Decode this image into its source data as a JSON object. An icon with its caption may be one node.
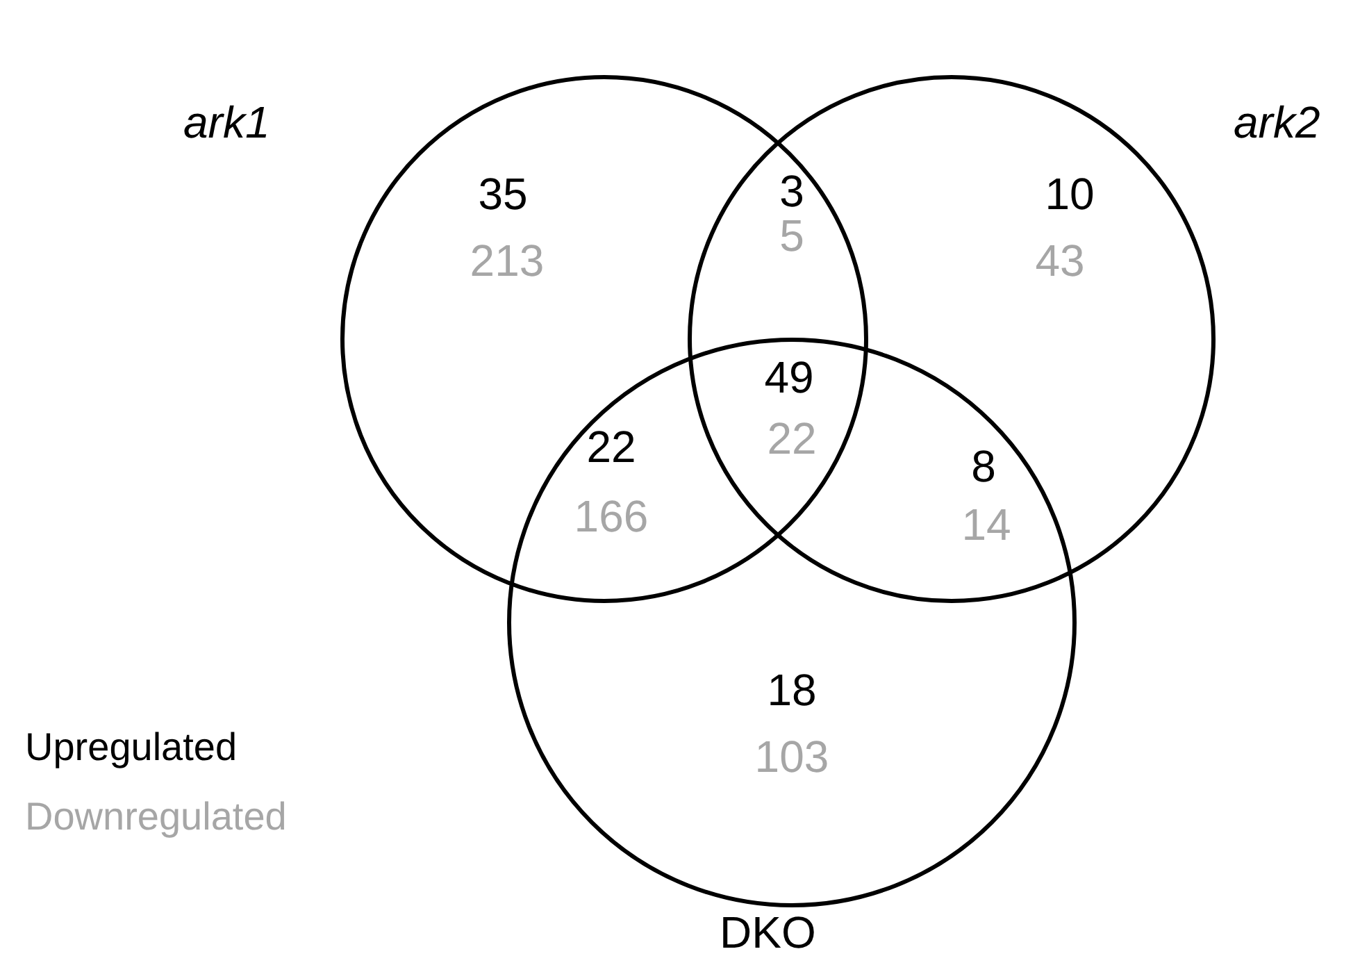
{
  "diagram": {
    "nodes": [
      {
        "text": [
          "ark1"
        ]
      },
      {
        "text": [
          "ark2"
        ]
      },
      {
        "text": [
          "DKO"
        ]
      }
    ],
    "labels": [
      "35",
      "213",
      "3",
      "5",
      "10",
      "43",
      "49",
      "22",
      "22",
      "166",
      "8",
      "14",
      "18",
      "103"
    ],
    "legend": [
      {
        "text": "Upregulated",
        "color": "#000000"
      },
      {
        "text": "Downregulated",
        "color": "#a6a6a6"
      }
    ]
  }
}
